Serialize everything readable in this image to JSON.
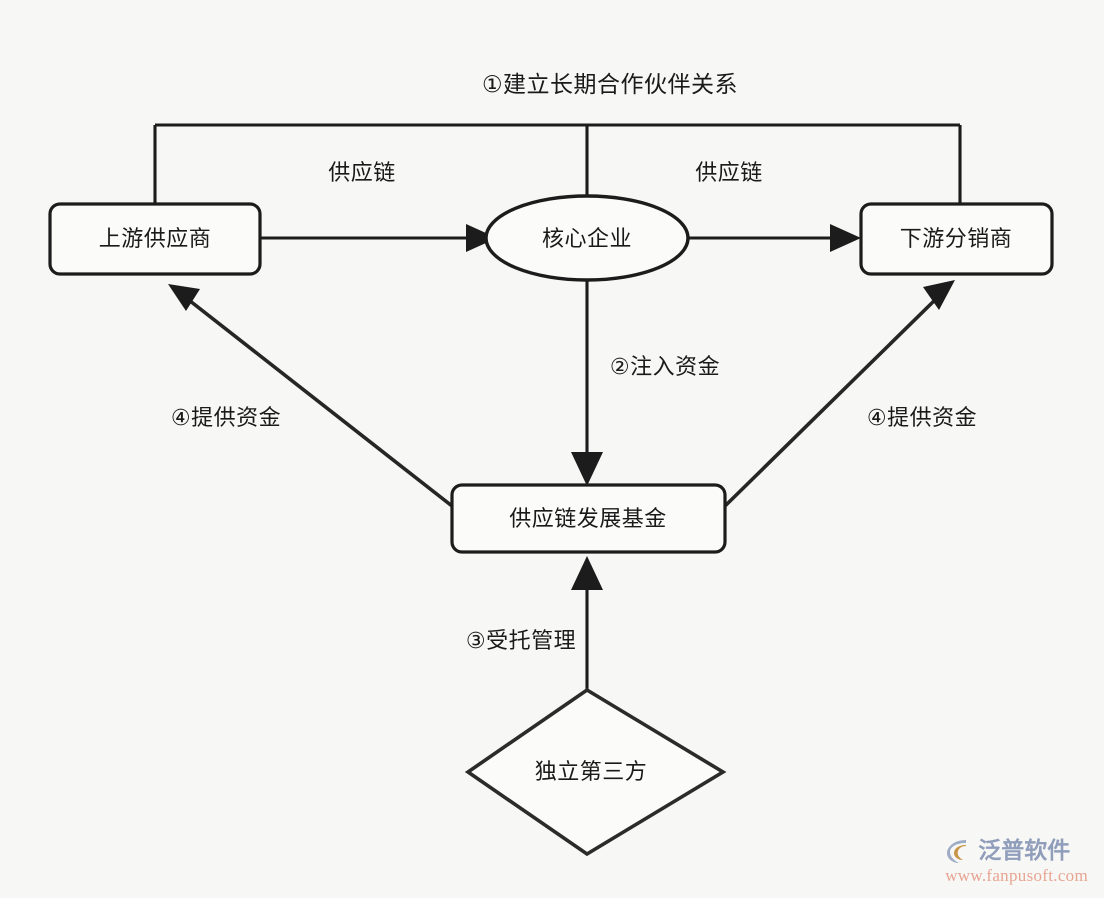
{
  "diagram": {
    "title_note": "①建立长期合作伙伴关系",
    "background_color": "#f7f7f5",
    "line_color": "#1c1c1c",
    "nodes": [
      {
        "id": "upstream",
        "label": "上游供应商",
        "shape": "rounded-rect"
      },
      {
        "id": "core",
        "label": "核心企业",
        "shape": "ellipse"
      },
      {
        "id": "downstream",
        "label": "下游分销商",
        "shape": "rounded-rect"
      },
      {
        "id": "fund",
        "label": "供应链发展基金",
        "shape": "rounded-rect"
      },
      {
        "id": "third-party",
        "label": "独立第三方",
        "shape": "diamond"
      }
    ],
    "edge_labels": {
      "supply_chain_left": "供应链",
      "supply_chain_right": "供应链",
      "inject_funds": "②注入资金",
      "provide_funds_left": "④提供资金",
      "provide_funds_right": "④提供资金",
      "entrusted_management": "③受托管理"
    }
  },
  "watermark": {
    "brand": "泛普软件",
    "url": "www.fanpusoft.com",
    "brand_color": "#8b9ab8",
    "url_color": "#e8a08c"
  }
}
